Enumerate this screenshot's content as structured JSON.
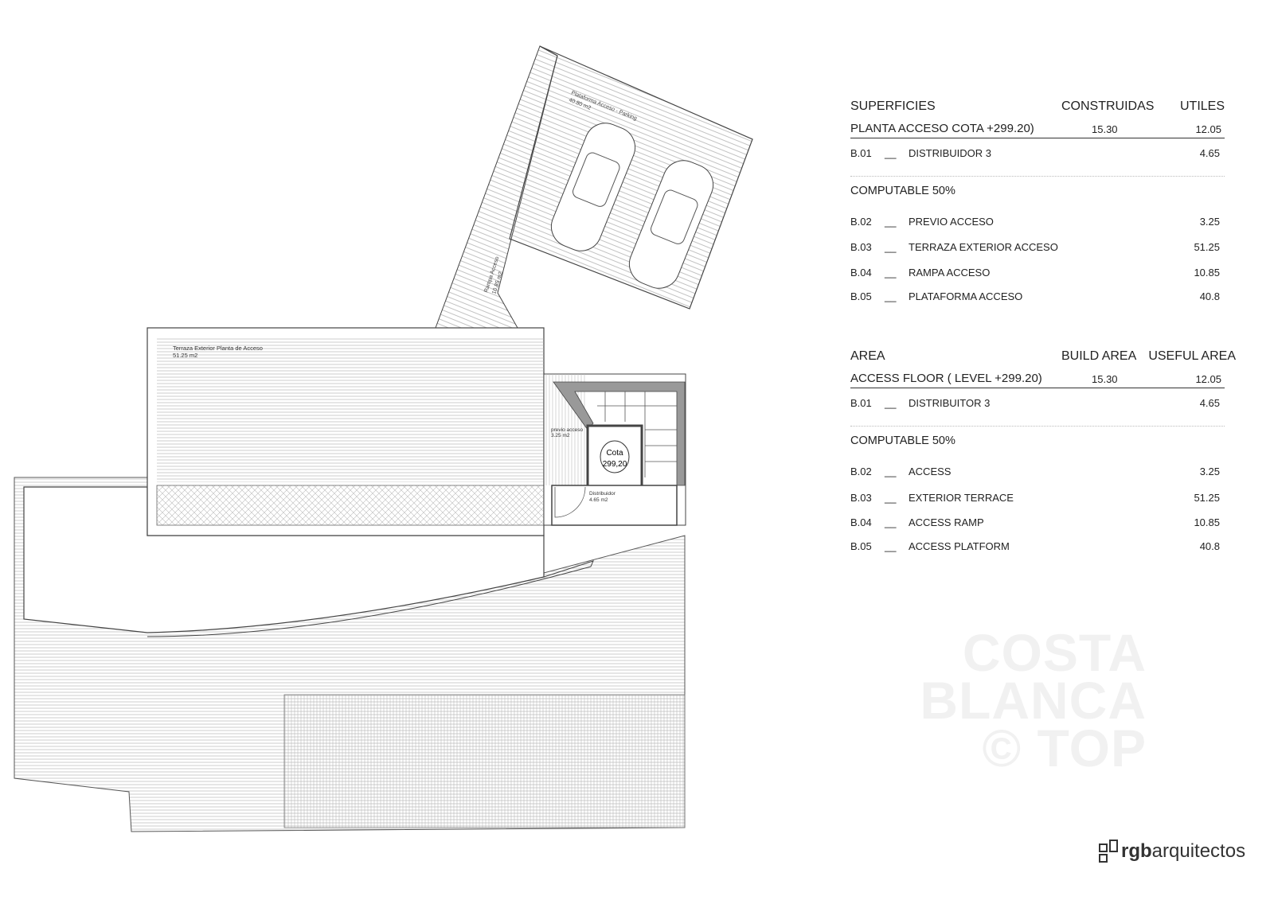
{
  "plan_labels": {
    "parking": {
      "name": "Plataforma Acceso - Parking",
      "area": "40.80 m2"
    },
    "ramp": {
      "name": "Rampa Acceso",
      "area": "10.85 m2"
    },
    "terrace": {
      "name": "Terraza Exterior Planta de Acceso",
      "area": "51.25 m2"
    },
    "previo": {
      "name": "previo acceso",
      "area": "3.25 m2"
    },
    "distribuidor": {
      "name": "Distribuidor",
      "area": "4.65 m2"
    },
    "cota": {
      "line1": "Cota",
      "line2": "299,20"
    }
  },
  "spanish_table": {
    "headers": [
      "SUPERFICIES",
      "CONSTRUIDAS",
      "UTILES"
    ],
    "floor": {
      "label": "PLANTA ACCESO COTA +299.20)",
      "built": "15.30",
      "useful": "12.05"
    },
    "rows": [
      {
        "code": "B.01",
        "dash": "__",
        "name": "DISTRIBUIDOR 3",
        "value": "4.65"
      }
    ],
    "computable_title": "COMPUTABLE 50%",
    "computable_rows": [
      {
        "code": "B.02",
        "dash": "__",
        "name": "PREVIO ACCESO",
        "value": "3.25"
      },
      {
        "code": "B.03",
        "dash": "__",
        "name": "TERRAZA EXTERIOR ACCESO",
        "value": "51.25"
      },
      {
        "code": "B.04",
        "dash": "__",
        "name": "RAMPA ACCESO",
        "value": "10.85"
      },
      {
        "code": "B.05",
        "dash": "__",
        "name": "PLATAFORMA ACCESO",
        "value": "40.8"
      }
    ]
  },
  "english_table": {
    "headers": [
      "AREA",
      "BUILD AREA",
      "USEFUL AREA"
    ],
    "floor": {
      "label": "ACCESS FLOOR ( LEVEL +299.20)",
      "built": "15.30",
      "useful": "12.05"
    },
    "rows": [
      {
        "code": "B.01",
        "dash": "__",
        "name": "DISTRIBUITOR 3",
        "value": "4.65"
      }
    ],
    "computable_title": "COMPUTABLE 50%",
    "computable_rows": [
      {
        "code": "B.02",
        "dash": "__",
        "name": "ACCESS",
        "value": "3.25"
      },
      {
        "code": "B.03",
        "dash": "__",
        "name": "EXTERIOR TERRACE",
        "value": "51.25"
      },
      {
        "code": "B.04",
        "dash": "__",
        "name": "ACCESS RAMP",
        "value": "10.85"
      },
      {
        "code": "B.05",
        "dash": "__",
        "name": "ACCESS PLATFORM",
        "value": "40.8"
      }
    ]
  },
  "watermark": {
    "line1": "COSTA",
    "line2": "BLANCA",
    "line3": "© TOP"
  },
  "logo": {
    "bold": "rgb",
    "text": "arquitectos"
  }
}
